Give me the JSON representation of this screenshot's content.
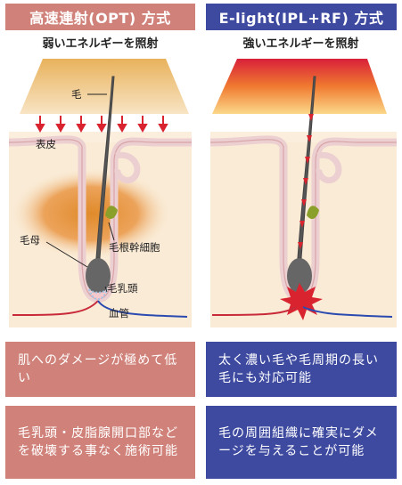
{
  "colors": {
    "left_accent": "#d0827a",
    "right_accent": "#3e4aa0"
  },
  "left": {
    "header": "高速連射(OPT) 方式",
    "subtitle": "弱いエネルギーを照射",
    "labels": {
      "hair": "毛",
      "epidermis": "表皮",
      "stem_cell": "毛根幹細胞",
      "hair_matrix": "毛母",
      "dermal_papilla": "毛乳頭",
      "blood_vessel": "血管"
    },
    "boxes": [
      "肌へのダメージが極めて低い",
      "毛乳頭・皮脂腺開口部などを破壊する事なく施術可能"
    ]
  },
  "right": {
    "header": "E-light(IPL+RF) 方式",
    "subtitle": "強いエネルギーを照射",
    "boxes": [
      "太く濃い毛や毛周期の長い毛にも対応可能",
      "毛の周囲組織に確実にダメージを与えることが可能"
    ]
  }
}
